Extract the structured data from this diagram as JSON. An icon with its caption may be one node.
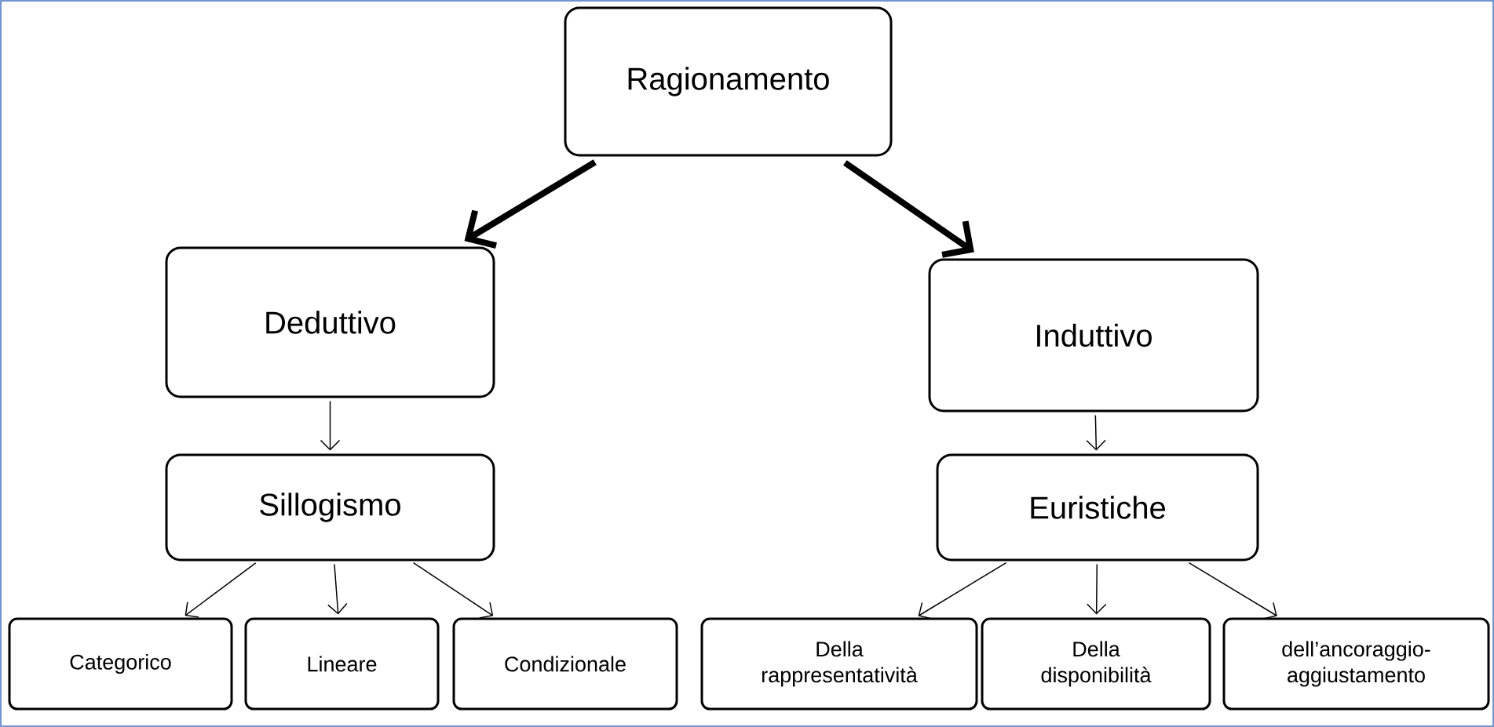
{
  "diagram": {
    "nodes": [
      {
        "text": [
          "Ragionamento"
        ]
      },
      {
        "text": [
          "Deduttivo"
        ]
      },
      {
        "text": [
          "Induttivo"
        ]
      },
      {
        "text": [
          "Sillogismo"
        ]
      },
      {
        "text": [
          "Euristiche"
        ]
      },
      {
        "text": [
          "Categorico"
        ]
      },
      {
        "text": [
          "Lineare"
        ]
      },
      {
        "text": [
          "Condizionale"
        ]
      },
      {
        "text": [
          "Della rappresentatività"
        ]
      },
      {
        "text": [
          "Della disponibilità"
        ]
      },
      {
        "text": [
          "dell’ancoraggio-aggiustamento"
        ]
      }
    ],
    "edges": [
      {
        "from": 0,
        "to": 1,
        "arrow": "to",
        "style": "thick"
      },
      {
        "from": 0,
        "to": 2,
        "arrow": "to",
        "style": "thick"
      },
      {
        "from": 1,
        "to": 3,
        "arrow": "to"
      },
      {
        "from": 2,
        "to": 4,
        "arrow": "to"
      },
      {
        "from": 3,
        "to": 5,
        "arrow": "to"
      },
      {
        "from": 3,
        "to": 6,
        "arrow": "to"
      },
      {
        "from": 3,
        "to": 7,
        "arrow": "to"
      },
      {
        "from": 4,
        "to": 8,
        "arrow": "to"
      },
      {
        "from": 4,
        "to": 9,
        "arrow": "to"
      },
      {
        "from": 4,
        "to": 10,
        "arrow": "to"
      }
    ]
  }
}
